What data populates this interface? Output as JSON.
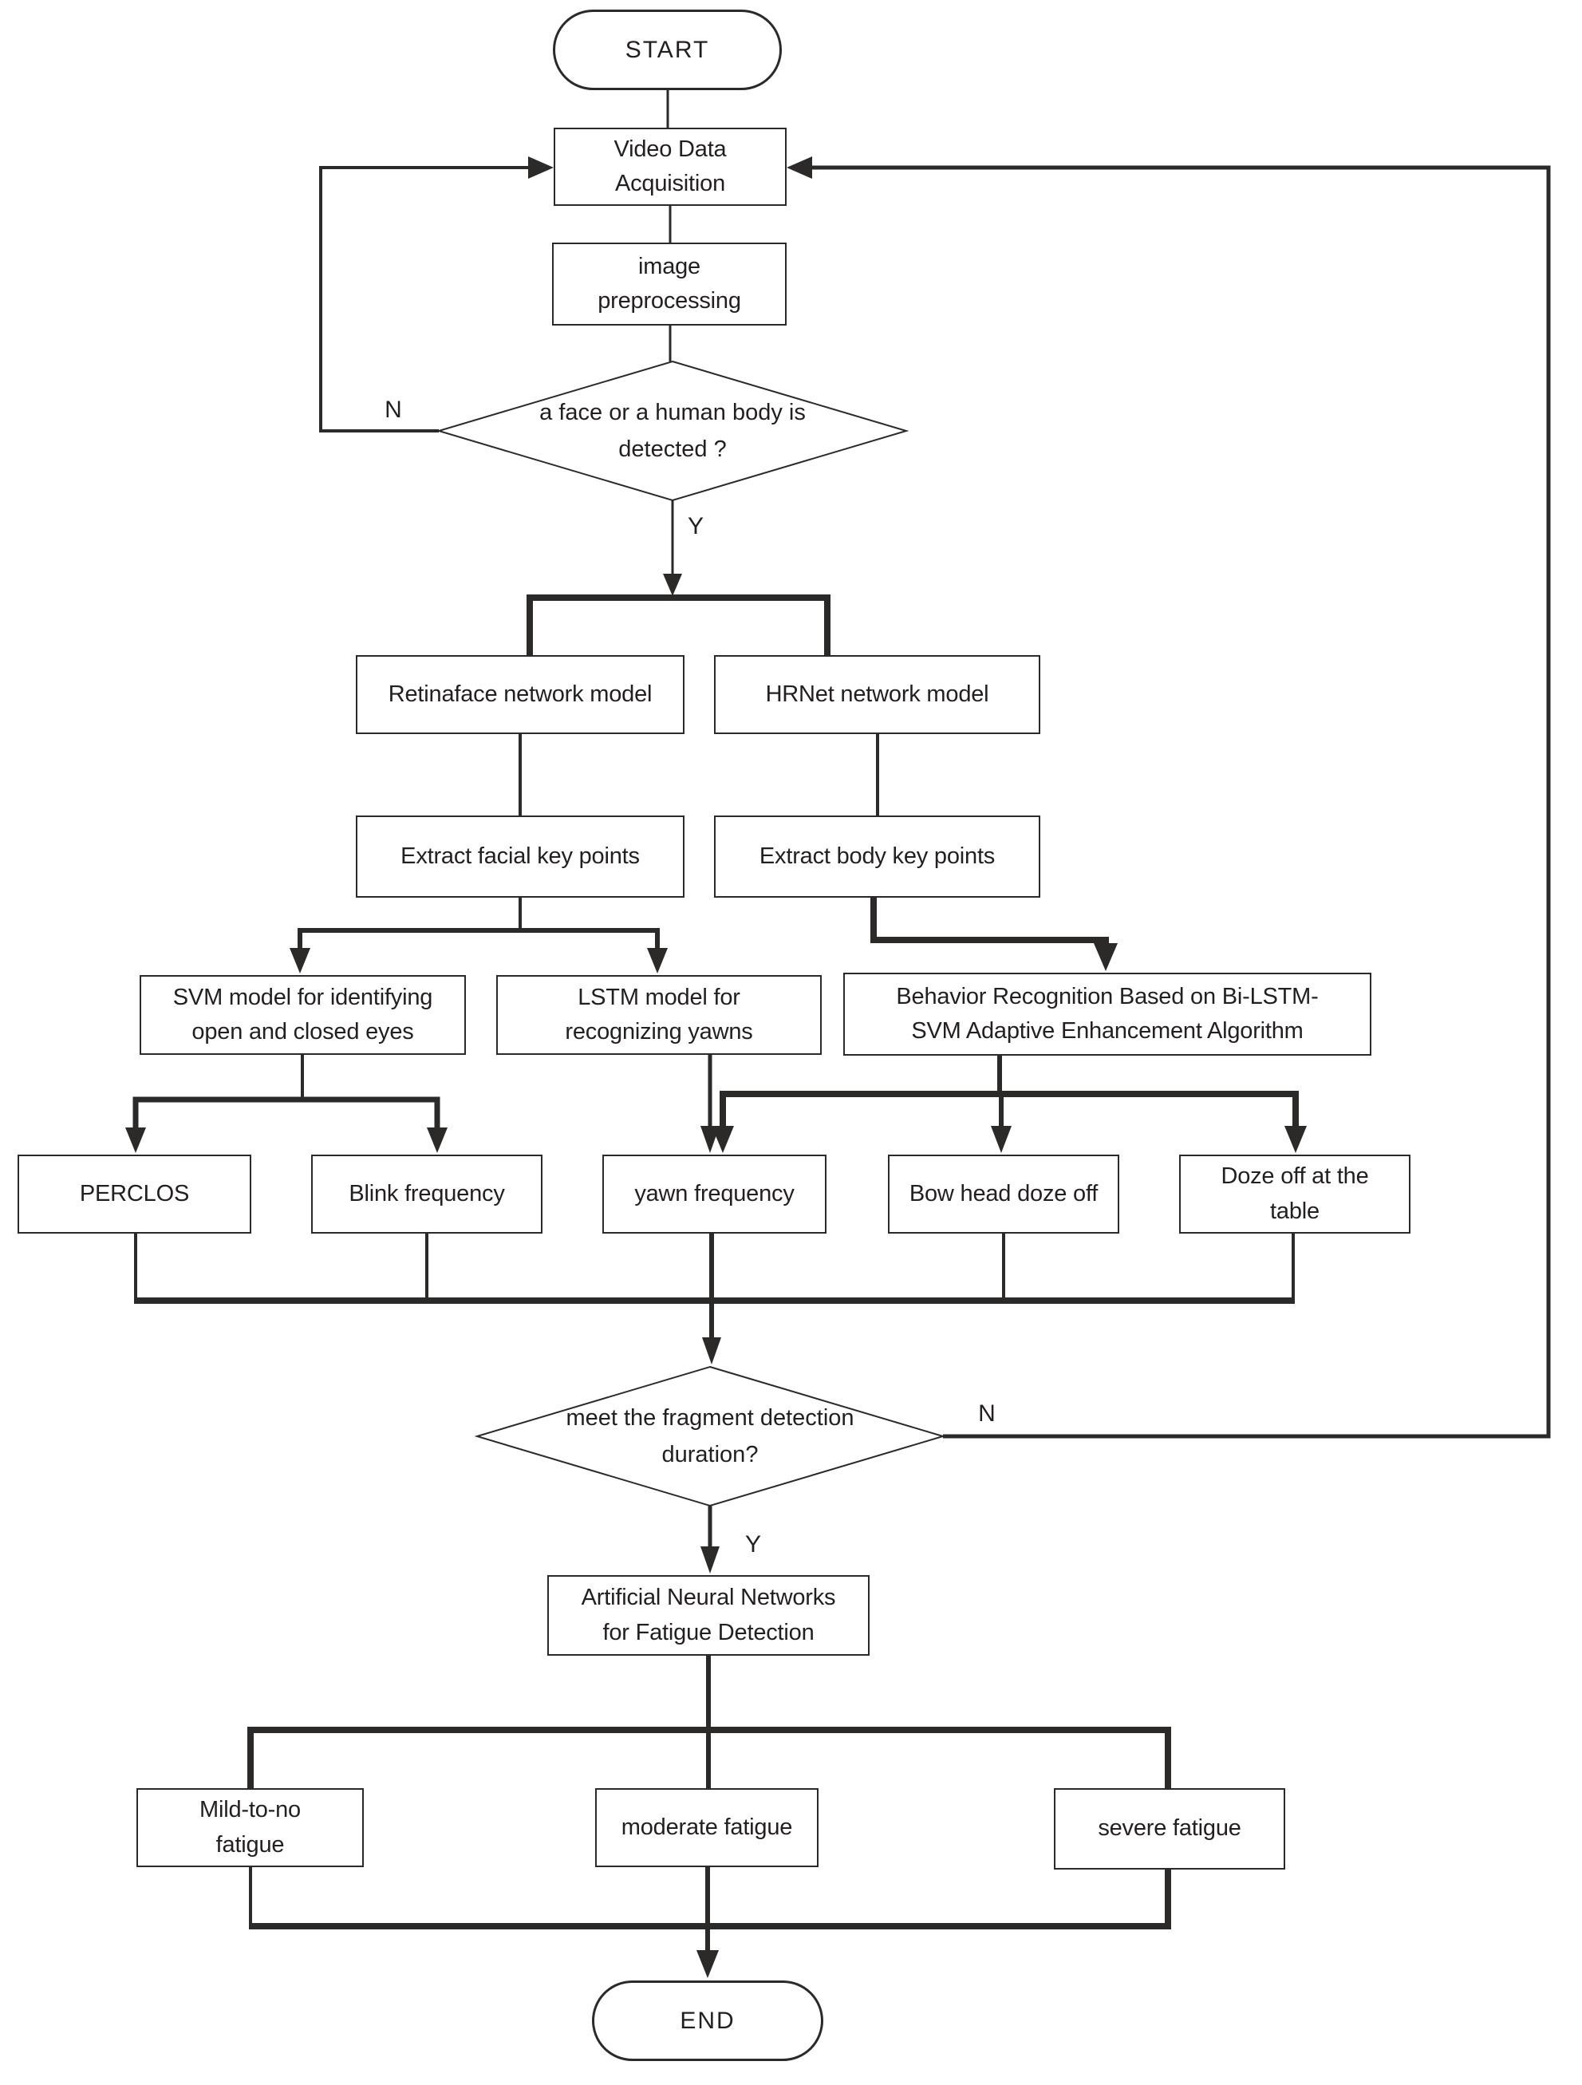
{
  "figure": {
    "type": "flowchart",
    "background": "#ffffff",
    "ink_color": "#2b2a29"
  },
  "nodes": {
    "start": {
      "label": "START",
      "shape": "terminator"
    },
    "video": {
      "label": "Video Data\nAcquisition",
      "shape": "process"
    },
    "preprocess": {
      "label": "image\npreprocessing",
      "shape": "process"
    },
    "decision1": {
      "label": "a face or a human body is\ndetected ?",
      "shape": "decision"
    },
    "retinaface": {
      "label": "Retinaface network model",
      "shape": "process"
    },
    "hrnet": {
      "label": "HRNet network model",
      "shape": "process"
    },
    "extract_facial": {
      "label": "Extract facial key points",
      "shape": "process"
    },
    "extract_body": {
      "label": "Extract body key points",
      "shape": "process"
    },
    "svm": {
      "label": "SVM model for identifying\nopen and closed eyes",
      "shape": "process"
    },
    "lstm": {
      "label": "LSTM model for\nrecognizing yawns",
      "shape": "process"
    },
    "behavior": {
      "label": "Behavior Recognition Based on Bi-LSTM-\nSVM Adaptive Enhancement Algorithm",
      "shape": "process"
    },
    "perclos": {
      "label": "PERCLOS",
      "shape": "process"
    },
    "blink": {
      "label": "Blink frequency",
      "shape": "process"
    },
    "yawn": {
      "label": "yawn frequency",
      "shape": "process"
    },
    "bow_head": {
      "label": "Bow head doze off",
      "shape": "process"
    },
    "doze_table": {
      "label": "Doze off at the\ntable",
      "shape": "process"
    },
    "decision2": {
      "label": "meet the fragment detection\nduration?",
      "shape": "decision"
    },
    "ann": {
      "label": "Artificial Neural Networks\nfor Fatigue Detection",
      "shape": "process"
    },
    "mild": {
      "label": "Mild-to-no\nfatigue",
      "shape": "process"
    },
    "moderate": {
      "label": "moderate fatigue",
      "shape": "process"
    },
    "severe": {
      "label": "severe fatigue",
      "shape": "process"
    },
    "end": {
      "label": "END",
      "shape": "terminator"
    }
  },
  "edge_labels": {
    "no_face_detected": "N",
    "yes_face_detected": "Y",
    "no_duration": "N",
    "yes_duration": "Y"
  }
}
